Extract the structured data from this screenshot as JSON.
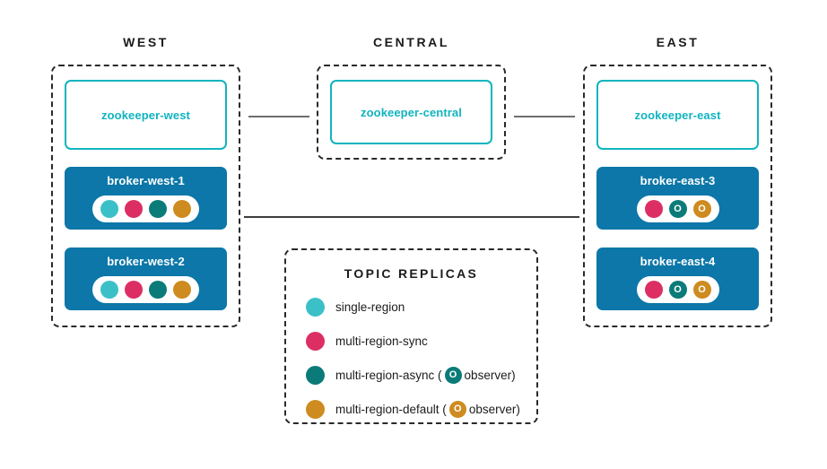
{
  "colors": {
    "single_region": "#3bc0c8",
    "multi_region_sync": "#dd2e63",
    "multi_region_async": "#0a7b78",
    "multi_region_default": "#ce8b1f",
    "broker_fill": "#0c77a8",
    "zookeeper_accent": "#10b4bf",
    "region_border": "#2a2a2a",
    "connector": "#6e6e6e"
  },
  "regions": [
    {
      "title": "WEST",
      "zookeeper": {
        "label": "zookeeper-west"
      },
      "brokers": [
        {
          "label": "broker-west-1",
          "replicas": [
            {
              "color": "#3bc0c8",
              "glyph": ""
            },
            {
              "color": "#dd2e63",
              "glyph": ""
            },
            {
              "color": "#0a7b78",
              "glyph": ""
            },
            {
              "color": "#ce8b1f",
              "glyph": ""
            }
          ]
        },
        {
          "label": "broker-west-2",
          "replicas": [
            {
              "color": "#3bc0c8",
              "glyph": ""
            },
            {
              "color": "#dd2e63",
              "glyph": ""
            },
            {
              "color": "#0a7b78",
              "glyph": ""
            },
            {
              "color": "#ce8b1f",
              "glyph": ""
            }
          ]
        }
      ]
    },
    {
      "title": "CENTRAL",
      "zookeeper": {
        "label": "zookeeper-central"
      },
      "brokers": []
    },
    {
      "title": "EAST",
      "zookeeper": {
        "label": "zookeeper-east"
      },
      "brokers": [
        {
          "label": "broker-east-3",
          "replicas": [
            {
              "color": "#dd2e63",
              "glyph": ""
            },
            {
              "color": "#0a7b78",
              "glyph": "O"
            },
            {
              "color": "#ce8b1f",
              "glyph": "O"
            }
          ]
        },
        {
          "label": "broker-east-4",
          "replicas": [
            {
              "color": "#dd2e63",
              "glyph": ""
            },
            {
              "color": "#0a7b78",
              "glyph": "O"
            },
            {
              "color": "#ce8b1f",
              "glyph": "O"
            }
          ]
        }
      ]
    }
  ],
  "legend": {
    "title": "TOPIC REPLICAS",
    "items": [
      {
        "color": "#3bc0c8",
        "text_before": "single-region",
        "observer": null,
        "text_after": ""
      },
      {
        "color": "#dd2e63",
        "text_before": "multi-region-sync",
        "observer": null,
        "text_after": ""
      },
      {
        "color": "#0a7b78",
        "text_before": "multi-region-async (",
        "observer": {
          "color": "#0a7b78",
          "glyph": "O"
        },
        "text_after": "observer)"
      },
      {
        "color": "#ce8b1f",
        "text_before": "multi-region-default (",
        "observer": {
          "color": "#ce8b1f",
          "glyph": "O"
        },
        "text_after": "observer)"
      }
    ]
  }
}
